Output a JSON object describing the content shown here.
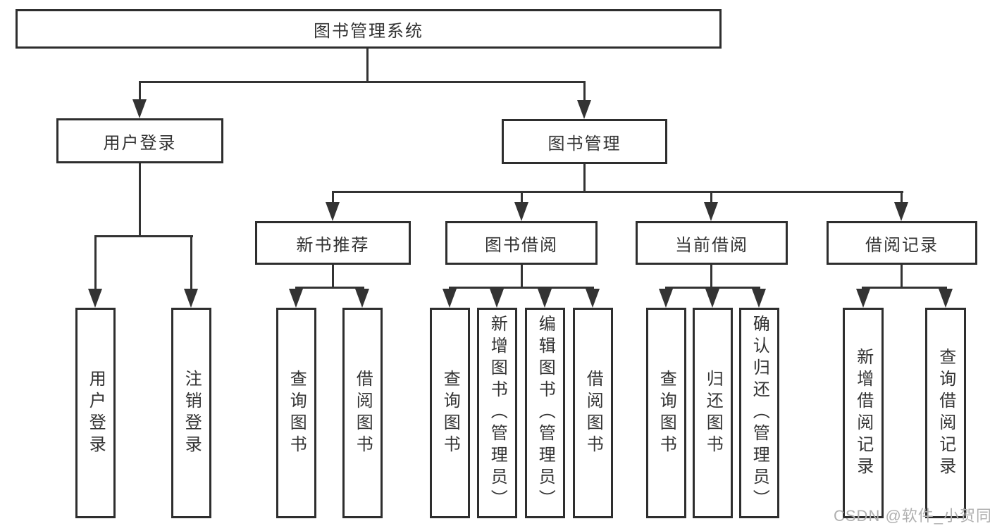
{
  "diagram": {
    "title_node": "图书管理系统",
    "root": {
      "label": "图书管理系统"
    },
    "branches": [
      {
        "label": "用户登录",
        "children": [
          {
            "label": "用户登录"
          },
          {
            "label": "注销登录"
          }
        ]
      },
      {
        "label": "图书管理",
        "children": [
          {
            "label": "新书推荐",
            "children": [
              {
                "label": "查询图书"
              },
              {
                "label": "借阅图书"
              }
            ]
          },
          {
            "label": "图书借阅",
            "children": [
              {
                "label": "查询图书"
              },
              {
                "label": "新增图书（管理员）"
              },
              {
                "label": "编辑图书（管理员）"
              },
              {
                "label": "借阅图书"
              }
            ]
          },
          {
            "label": "当前借阅",
            "children": [
              {
                "label": "查询图书"
              },
              {
                "label": "归还图书"
              },
              {
                "label": "确认归还（管理员）"
              }
            ]
          },
          {
            "label": "借阅记录",
            "children": [
              {
                "label": "新增借阅记录"
              },
              {
                "label": "查询借阅记录"
              }
            ]
          }
        ]
      }
    ]
  },
  "watermark": {
    "text": "CSDN @软件_小贺同学",
    "color": "#b0b0b0"
  },
  "colors": {
    "line": "#333333",
    "box_border": "#2e2e2e",
    "text": "#333333",
    "background": "#ffffff"
  }
}
